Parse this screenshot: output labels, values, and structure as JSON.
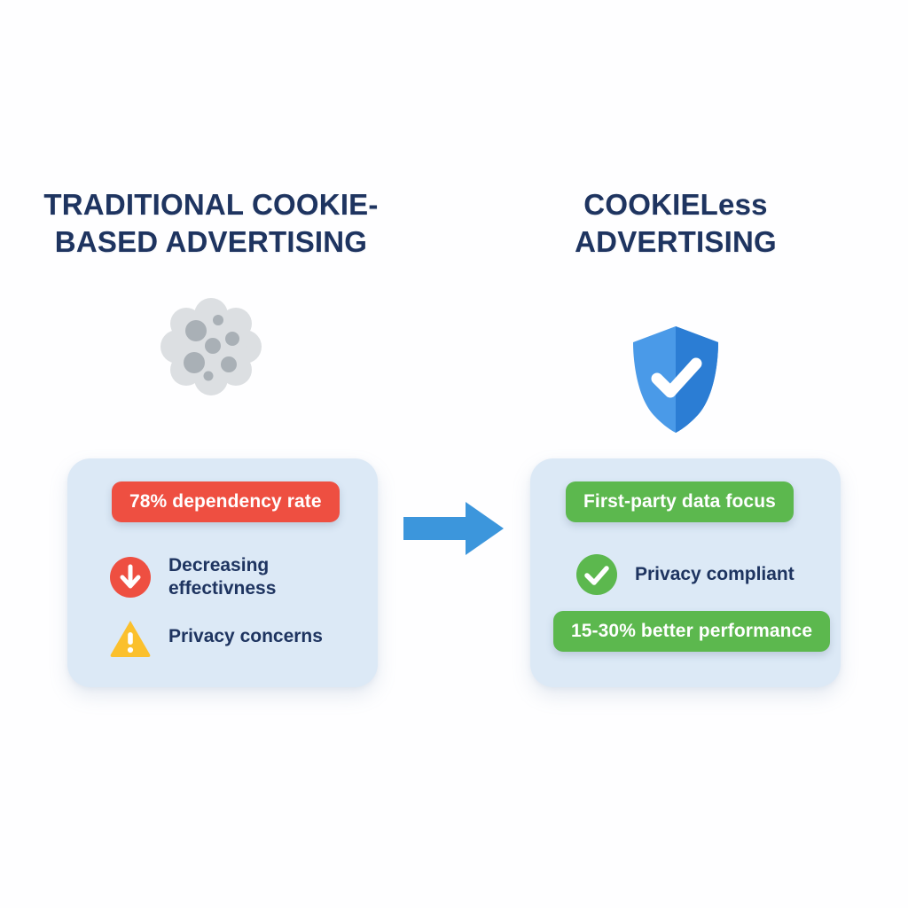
{
  "theme": {
    "page_background": "#fefeff",
    "card_background": "#dce9f6",
    "heading_color": "#1e3460",
    "red_accent": "#ee4f41",
    "green_accent": "#5cb84e",
    "blue_arrow": "#3c96dc",
    "shield_light": "#4a9ae8",
    "shield_dark": "#2b7dd4",
    "cookie_base": "#dcdfe2",
    "cookie_chip": "#a9b0b6",
    "warning_yellow": "#fbc02d"
  },
  "left": {
    "heading": "TRADITIONAL COOKIE-BASED ADVERTISING",
    "icon": "cookie-icon",
    "highlight_pill": "78% dependency rate",
    "features": [
      {
        "icon": "arrow-down-circle-icon",
        "label": "Decreasing\neffectivness"
      },
      {
        "icon": "warning-triangle-icon",
        "label": "Privacy concerns"
      }
    ]
  },
  "right": {
    "heading": "COOKIELess ADVERTISING",
    "icon": "shield-check-icon",
    "top_pill": "First-party data focus",
    "feature": {
      "icon": "check-circle-icon",
      "label": "Privacy compliant"
    },
    "bottom_pill": "15-30% better performance"
  },
  "transition": {
    "icon": "arrow-right-icon"
  }
}
